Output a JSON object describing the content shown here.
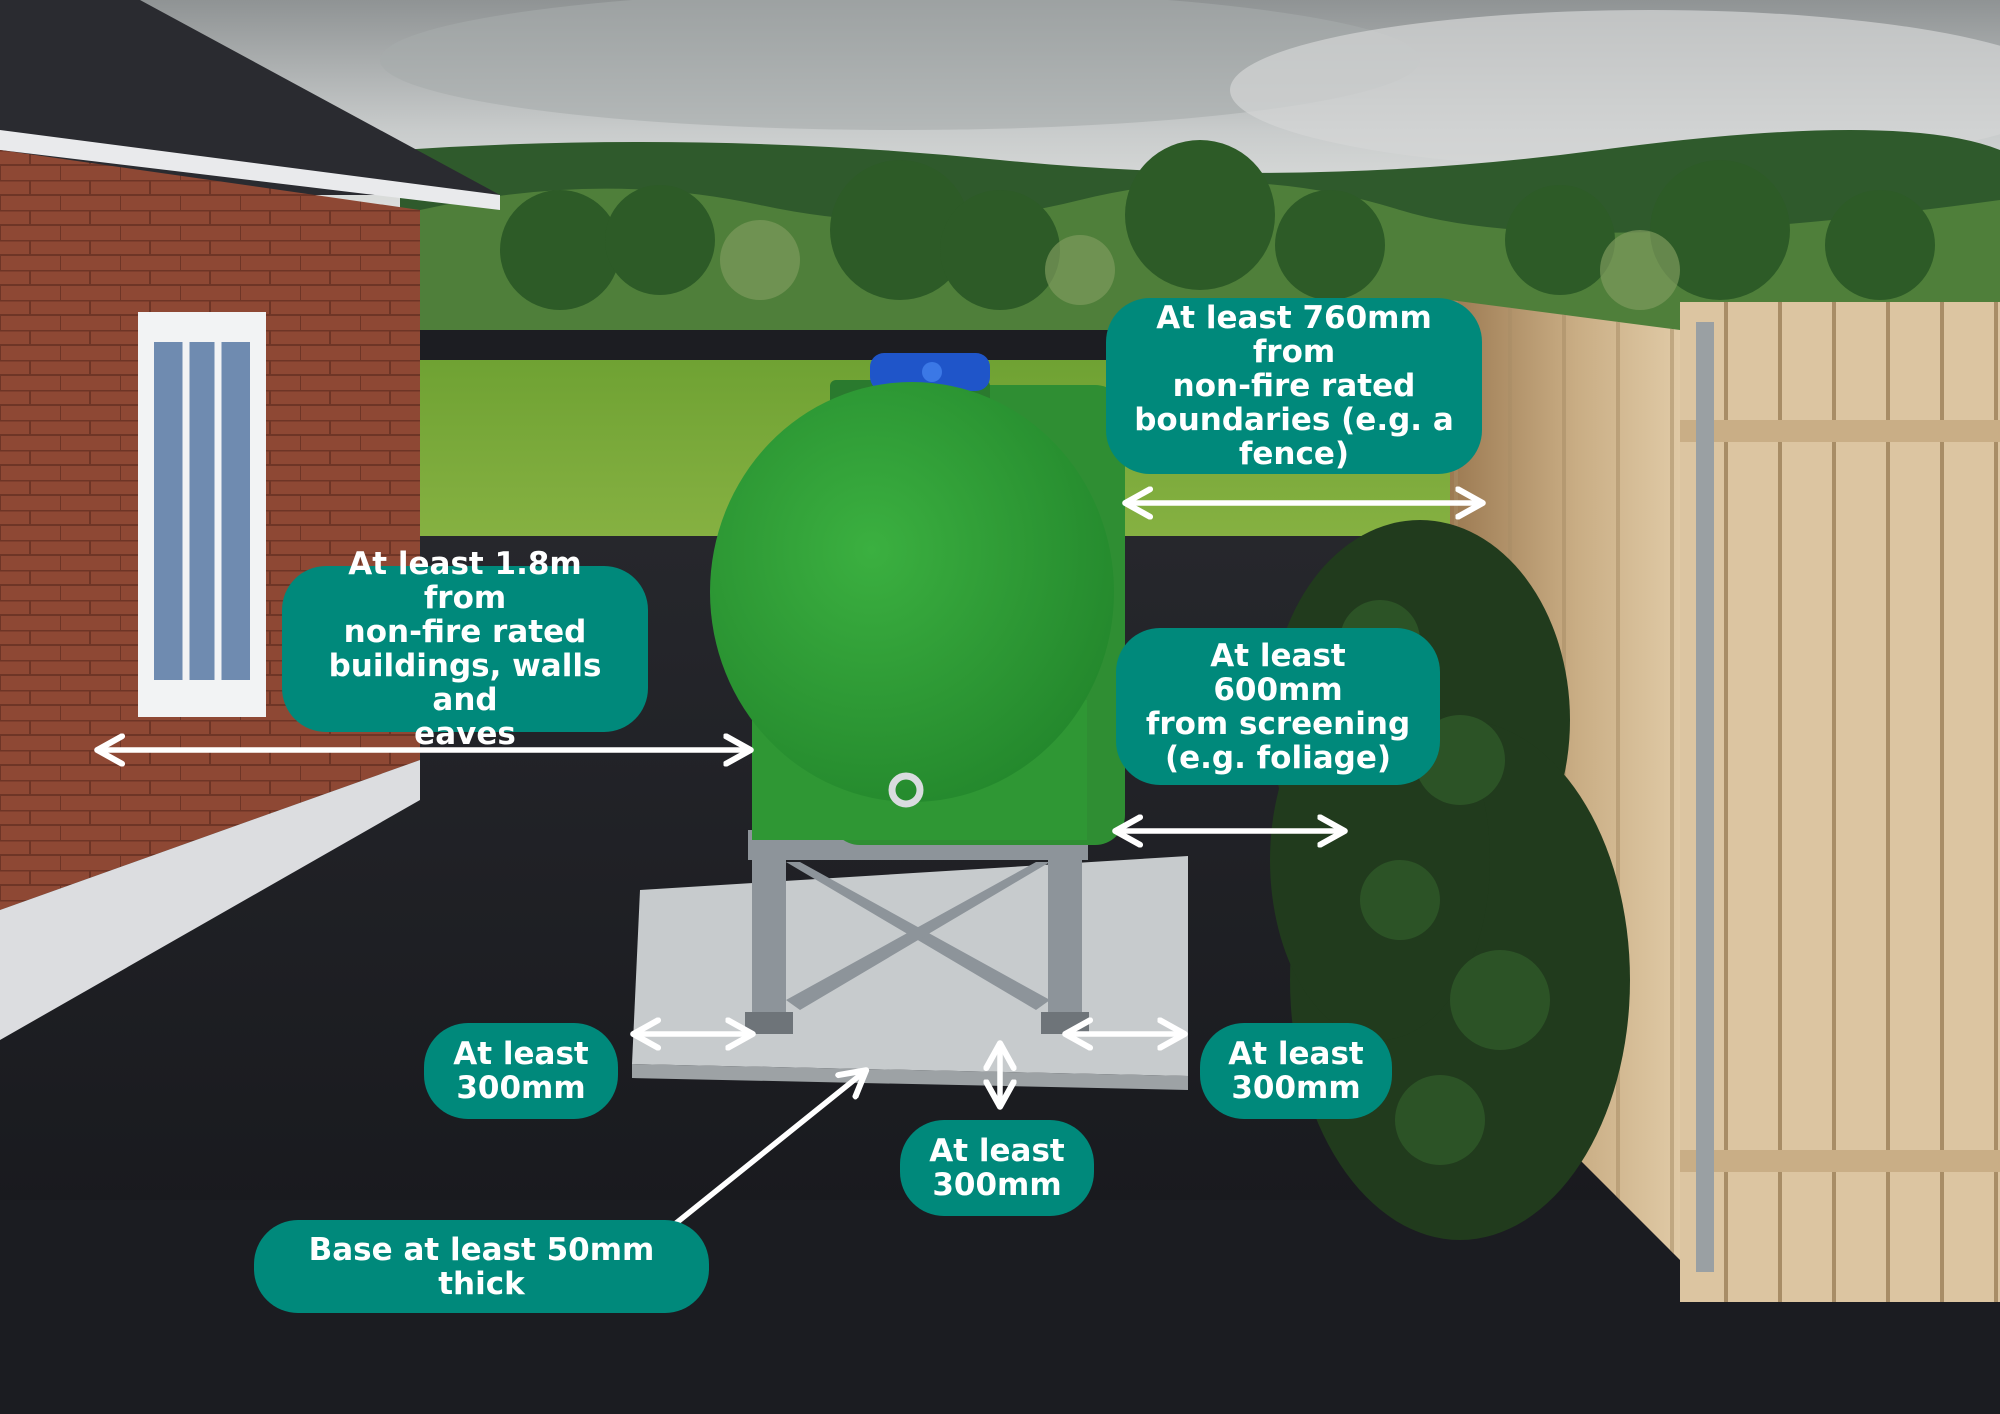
{
  "colors": {
    "callout_bg": "#00897b",
    "callout_text": "#ffffff",
    "arrow": "#ffffff",
    "tank_green": "#2e9d34",
    "brick": "#8e4834",
    "fence": "#d9c29f",
    "ground": "#1c1d22",
    "lawn": "#76a73a"
  },
  "icons": {
    "double_arrow": "double-headed-arrow-icon",
    "single_arrow": "pointer-arrow-icon"
  },
  "callouts": {
    "building": "At least 1.8m from\nnon-fire rated\nbuildings, walls and\neaves",
    "boundary": "At least 760mm from\nnon-fire rated\nboundaries (e.g. a\nfence)",
    "screening": "At least 600mm\nfrom screening\n(e.g. foliage)",
    "base_left": "At least\n300mm",
    "base_right": "At least\n300mm",
    "base_front": "At least\n300mm",
    "base_thickness": "Base at least 50mm thick"
  }
}
